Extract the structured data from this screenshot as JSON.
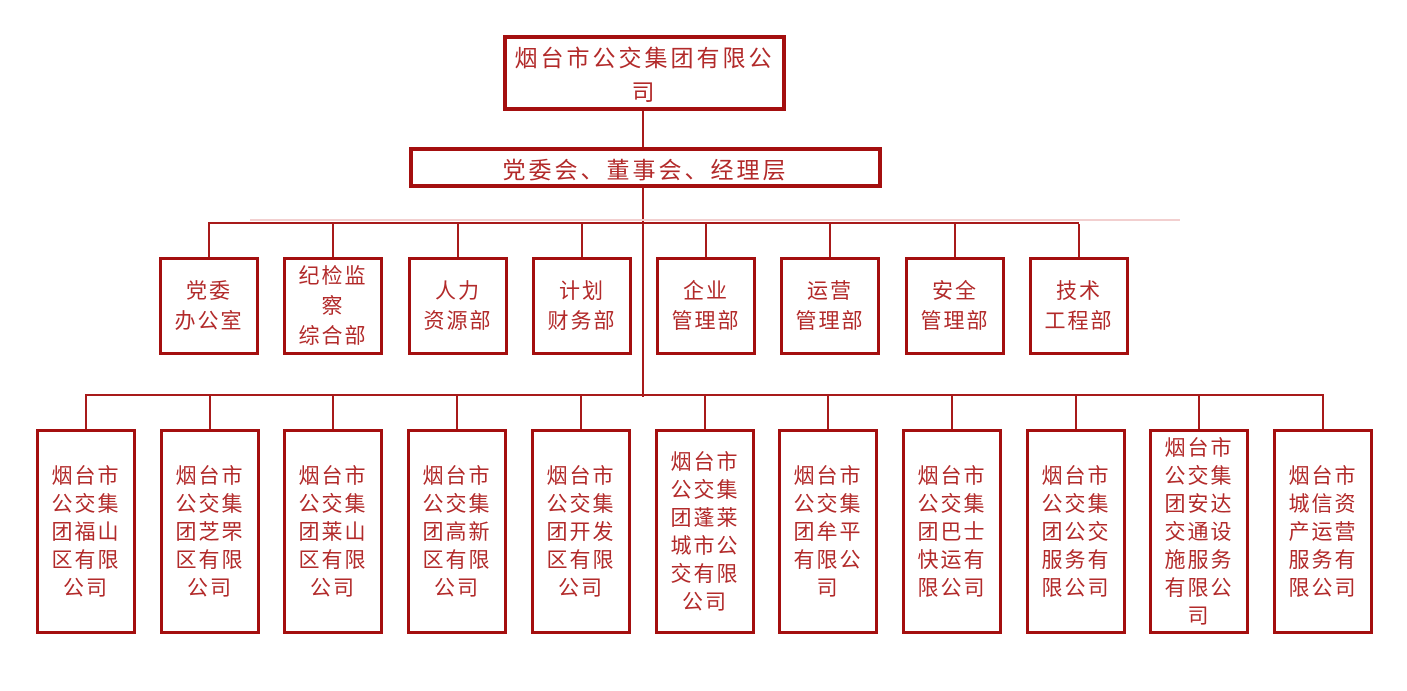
{
  "org_chart": {
    "root": {
      "label": "烟台市公交集团有限公司"
    },
    "governance": {
      "label": "党委会、董事会、经理层"
    },
    "departments": [
      {
        "name": "党委办公室",
        "label": "党委\n办公室"
      },
      {
        "name": "纪检监察综合部",
        "label": "纪检监\n察\n综合部"
      },
      {
        "name": "人力资源部",
        "label": "人力\n资源部"
      },
      {
        "name": "计划财务部",
        "label": "计划\n财务部"
      },
      {
        "name": "企业管理部",
        "label": "企业\n管理部"
      },
      {
        "name": "运营管理部",
        "label": "运营\n管理部"
      },
      {
        "name": "安全管理部",
        "label": "安全\n管理部"
      },
      {
        "name": "技术工程部",
        "label": "技术\n工程部"
      }
    ],
    "subsidiaries": [
      {
        "name": "烟台市公交集团福山区有限公司",
        "label": "烟台市\n公交集\n团福山\n区有限\n公司"
      },
      {
        "name": "烟台市公交集团芝罘区有限公司",
        "label": "烟台市\n公交集\n团芝罘\n区有限\n公司"
      },
      {
        "name": "烟台市公交集团莱山区有限公司",
        "label": "烟台市\n公交集\n团莱山\n区有限\n公司"
      },
      {
        "name": "烟台市公交集团高新区有限公司",
        "label": "烟台市\n公交集\n团高新\n区有限\n公司"
      },
      {
        "name": "烟台市公交集团开发区有限公司",
        "label": "烟台市\n公交集\n团开发\n区有限\n公司"
      },
      {
        "name": "烟台市公交集团蓬莱城市公交有限公司",
        "label": "烟台市\n公交集\n团蓬莱\n城市公\n交有限\n公司"
      },
      {
        "name": "烟台市公交集团牟平有限公司",
        "label": "烟台市\n公交集\n团牟平\n有限公\n司"
      },
      {
        "name": "烟台市公交集团巴士快运有限公司",
        "label": "烟台市\n公交集\n团巴士\n快运有\n限公司"
      },
      {
        "name": "烟台市公交集团公交服务有限公司",
        "label": "烟台市\n公交集\n团公交\n服务有\n限公司"
      },
      {
        "name": "烟台市公交集团安达交通设施服务有限公司",
        "label": "烟台市\n公交集\n团安达\n交通设\n施服务\n有限公\n司"
      },
      {
        "name": "烟台市城信资产运营服务有限公司",
        "label": "烟台市\n城信资\n产运营\n服务有\n限公司"
      }
    ],
    "colors": {
      "box_border": "#A40F0F",
      "text": "#B22A2A",
      "connector": "#A81A1A",
      "connector_faint": "#F2CFCF",
      "background": "#FFFFFF"
    }
  }
}
